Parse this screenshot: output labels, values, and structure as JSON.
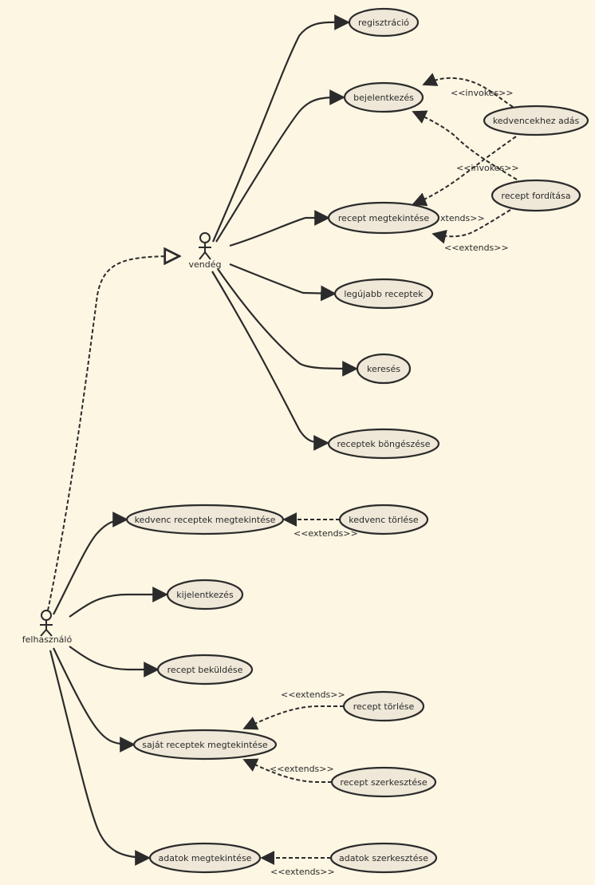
{
  "actors": {
    "guest": "vendég",
    "user": "felhasználó"
  },
  "usecases": {
    "registration": "regisztráció",
    "login": "bejelentkezés",
    "add_favorite": "kedvencekhez adás",
    "view_recipe": "recept megtekintése",
    "translate_recipe": "recept fordítása",
    "latest_recipes": "legújabb receptek",
    "search": "keresés",
    "browse_recipes": "receptek böngészése",
    "view_favorites": "kedvenc receptek megtekintése",
    "delete_favorite": "kedvenc törlése",
    "logout": "kijelentkezés",
    "submit_recipe": "recept beküldése",
    "delete_recipe": "recept törlése",
    "view_own_recipes": "saját receptek megtekintése",
    "edit_recipe": "recept szerkesztése",
    "view_data": "adatok megtekintése",
    "edit_data": "adatok szerkesztése"
  },
  "stereotypes": {
    "invokes_1": "<<invokes>>",
    "invokes_2": "<<invokes>>",
    "extends_view_recipe": "xtends>>",
    "extends_translate": "<<extends>>",
    "extends_fav": "<<extends>>",
    "extends_delete_recipe": "<<extends>>",
    "extends_edit_recipe": "<<extends>>",
    "extends_data": "<<extends>>"
  }
}
